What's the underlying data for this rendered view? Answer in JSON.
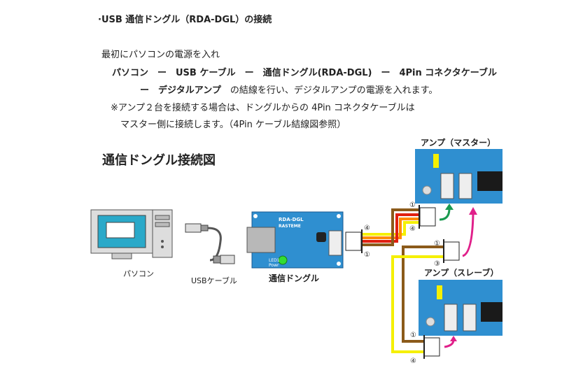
{
  "heading": "·USB 通信ドングル（RDA-DGL）の接続",
  "paragraph": {
    "line1": "最初にパソコンの電源を入れ",
    "line2": "パソコン　ー　USB ケーブル　ー　通信ドングル(RDA-DGL)　ー　4Pin コネクタケーブル",
    "line3_bold": "ー　デジタルアンプ",
    "line3_rest": "　の結線を行い、デジタルアンプの電源を入れます。",
    "line4": "※アンプ２台を接続する場合は、ドングルからの 4Pin コネクタケーブルは",
    "line5": "マスター側に接続します。（4Pin ケーブル結線図参照）"
  },
  "diagram": {
    "title": "通信ドングル接続図",
    "pc_label": "パソコン",
    "usb_label": "USBケーブル",
    "dongle_label": "通信ドングル",
    "dongle_board": {
      "name": "RDA-DGL",
      "brand": "RASTEME",
      "led": "LED1",
      "power": "Powr"
    },
    "master_label": "アンプ（マスター）",
    "slave_label": "アンプ（スレーブ）",
    "pins": {
      "p1": "①",
      "p3": "③",
      "p4": "④"
    },
    "colors": {
      "board": "#2f8fd0",
      "wire_brown": "#8b5a1a",
      "wire_red": "#e02010",
      "wire_orange": "#ff8a00",
      "wire_yellow": "#f5f000",
      "arrow_green": "#1a9a50",
      "arrow_pink": "#e0208a"
    }
  }
}
